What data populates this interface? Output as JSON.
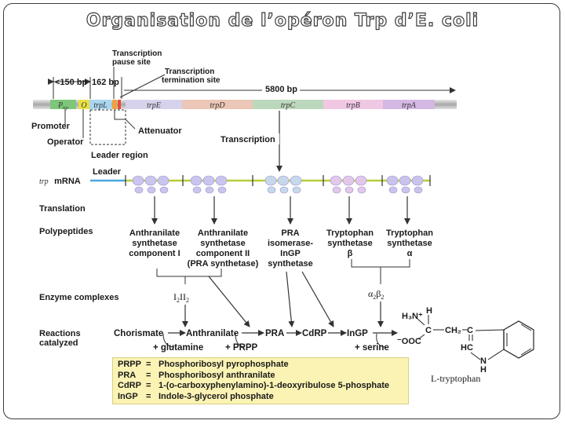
{
  "title": "Organisation de l’opéron Trp d’E. coli",
  "dna": {
    "dist_150": "<150 bp",
    "dist_162": "162 bp",
    "dist_5800": "5800 bp",
    "pause_site": [
      "Transcription",
      "pause site"
    ],
    "termination_site": [
      "Transcription",
      "termination site"
    ],
    "promoter": "Promoter",
    "operator": "Operator",
    "attenuator": "Attenuator",
    "leader_region": "Leader region",
    "transcription": "Transcription",
    "genes": [
      {
        "label": "P",
        "sub": "trp",
        "color": "#7dc67a"
      },
      {
        "label": "O",
        "color": "#e8e043"
      },
      {
        "label": "trpL",
        "color": "#a9d6f0"
      },
      {
        "label": "trpE",
        "color": "#d7d2ec"
      },
      {
        "label": "trpD",
        "color": "#ecc6b6"
      },
      {
        "label": "trpC",
        "color": "#bcd8bc"
      },
      {
        "label": "trpB",
        "color": "#f0c8e4"
      },
      {
        "label": "trpA",
        "color": "#d4b8e4"
      }
    ]
  },
  "mrna": {
    "label_italic": "trp",
    "label": "mRNA",
    "leader": "Leader"
  },
  "rows": {
    "translation": "Translation",
    "polypeptides": "Polypeptides",
    "enzyme_complexes": "Enzyme complexes",
    "reactions": [
      "Reactions",
      "catalyzed"
    ]
  },
  "polypeptides": [
    {
      "lines": [
        "Anthranilate",
        "synthetase",
        "component I"
      ]
    },
    {
      "lines": [
        "Anthranilate",
        "synthetase",
        "component II",
        "(PRA synthetase)"
      ]
    },
    {
      "lines": [
        "PRA",
        "isomerase-",
        "InGP",
        "synthetase"
      ]
    },
    {
      "lines": [
        "Tryptophan",
        "synthetase",
        "β"
      ]
    },
    {
      "lines": [
        "Tryptophan",
        "synthetase",
        "α"
      ]
    }
  ],
  "complexes": {
    "left": {
      "main": "I",
      "sub1": "2",
      "mid": "II",
      "sub2": "2"
    },
    "right": {
      "main": "α",
      "sub1": "2",
      "mid": "β",
      "sub2": "2"
    }
  },
  "reactions": {
    "chorismate": "Chorismate",
    "anthranilate": "Anthranilate",
    "pra": "PRA",
    "cdrp": "CdRP",
    "ingp": "InGP",
    "glutamine": "+ glutamine",
    "prpp": "+ PRPP",
    "serine": "+ serine"
  },
  "tryptophan": {
    "h": "H",
    "h3n": "H₃N⁺",
    "c": "C",
    "ch2": "CH₂",
    "coo": "⁻OOC",
    "hc": "HC",
    "n": "N",
    "h2": "H",
    "name": "L-tryptophan"
  },
  "legend": [
    {
      "abbr": "PRPP",
      "eq": "=",
      "text": "Phosphoribosyl pyrophosphate"
    },
    {
      "abbr": "PRA",
      "eq": "=",
      "text": "Phosphoribosyl anthranilate"
    },
    {
      "abbr": "CdRP",
      "eq": "=",
      "text": "1-(o-carboxyphenylamino)-1-deoxyribulose 5-phosphate"
    },
    {
      "abbr": "InGP",
      "eq": "=",
      "text": "Indole-3-glycerol phosphate"
    }
  ]
}
